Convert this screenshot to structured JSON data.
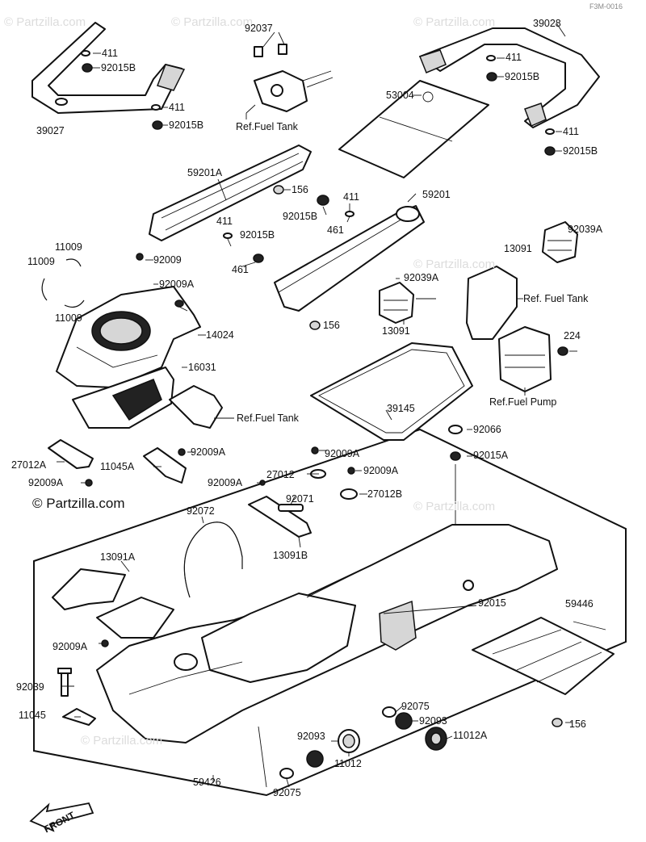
{
  "doc_id": "F3M-0016",
  "copyright": "© Partzilla.com",
  "watermark": "© Partzilla.com",
  "direction_marker": "FRONT",
  "parts": [
    {
      "text": "92037"
    },
    {
      "text": "411"
    },
    {
      "text": "92015B"
    },
    {
      "text": "39027"
    },
    {
      "text": "411"
    },
    {
      "text": "92015B"
    },
    {
      "text": "Ref.Fuel Tank"
    },
    {
      "text": "39028"
    },
    {
      "text": "411"
    },
    {
      "text": "92015B"
    },
    {
      "text": "53004"
    },
    {
      "text": "411"
    },
    {
      "text": "92015B"
    },
    {
      "text": "59201A"
    },
    {
      "text": "156"
    },
    {
      "text": "411"
    },
    {
      "text": "92015B"
    },
    {
      "text": "461"
    },
    {
      "text": "59201"
    },
    {
      "text": "411"
    },
    {
      "text": "92015B"
    },
    {
      "text": "461"
    },
    {
      "text": "11009"
    },
    {
      "text": "11009"
    },
    {
      "text": "92009"
    },
    {
      "text": "92009A"
    },
    {
      "text": "11009"
    },
    {
      "text": "92039A"
    },
    {
      "text": "92039A"
    },
    {
      "text": "13091"
    },
    {
      "text": "Ref. Fuel Tank"
    },
    {
      "text": "13091"
    },
    {
      "text": "14024"
    },
    {
      "text": "156"
    },
    {
      "text": "224"
    },
    {
      "text": "16031"
    },
    {
      "text": "Ref.Fuel Pump"
    },
    {
      "text": "39145"
    },
    {
      "text": "Ref.Fuel Tank"
    },
    {
      "text": "92066"
    },
    {
      "text": "27012A"
    },
    {
      "text": "92009A"
    },
    {
      "text": "92009A"
    },
    {
      "text": "92015A"
    },
    {
      "text": "11045A"
    },
    {
      "text": "27012"
    },
    {
      "text": "92009A"
    },
    {
      "text": "92009A"
    },
    {
      "text": "92009A"
    },
    {
      "text": "92071"
    },
    {
      "text": "27012B"
    },
    {
      "text": "92072"
    },
    {
      "text": "13091B"
    },
    {
      "text": "13091A"
    },
    {
      "text": "92015"
    },
    {
      "text": "59446"
    },
    {
      "text": "92009A"
    },
    {
      "text": "92039"
    },
    {
      "text": "92075"
    },
    {
      "text": "92093"
    },
    {
      "text": "11045"
    },
    {
      "text": "92093"
    },
    {
      "text": "11012A"
    },
    {
      "text": "156"
    },
    {
      "text": "11012"
    },
    {
      "text": "59426"
    },
    {
      "text": "92075"
    }
  ]
}
